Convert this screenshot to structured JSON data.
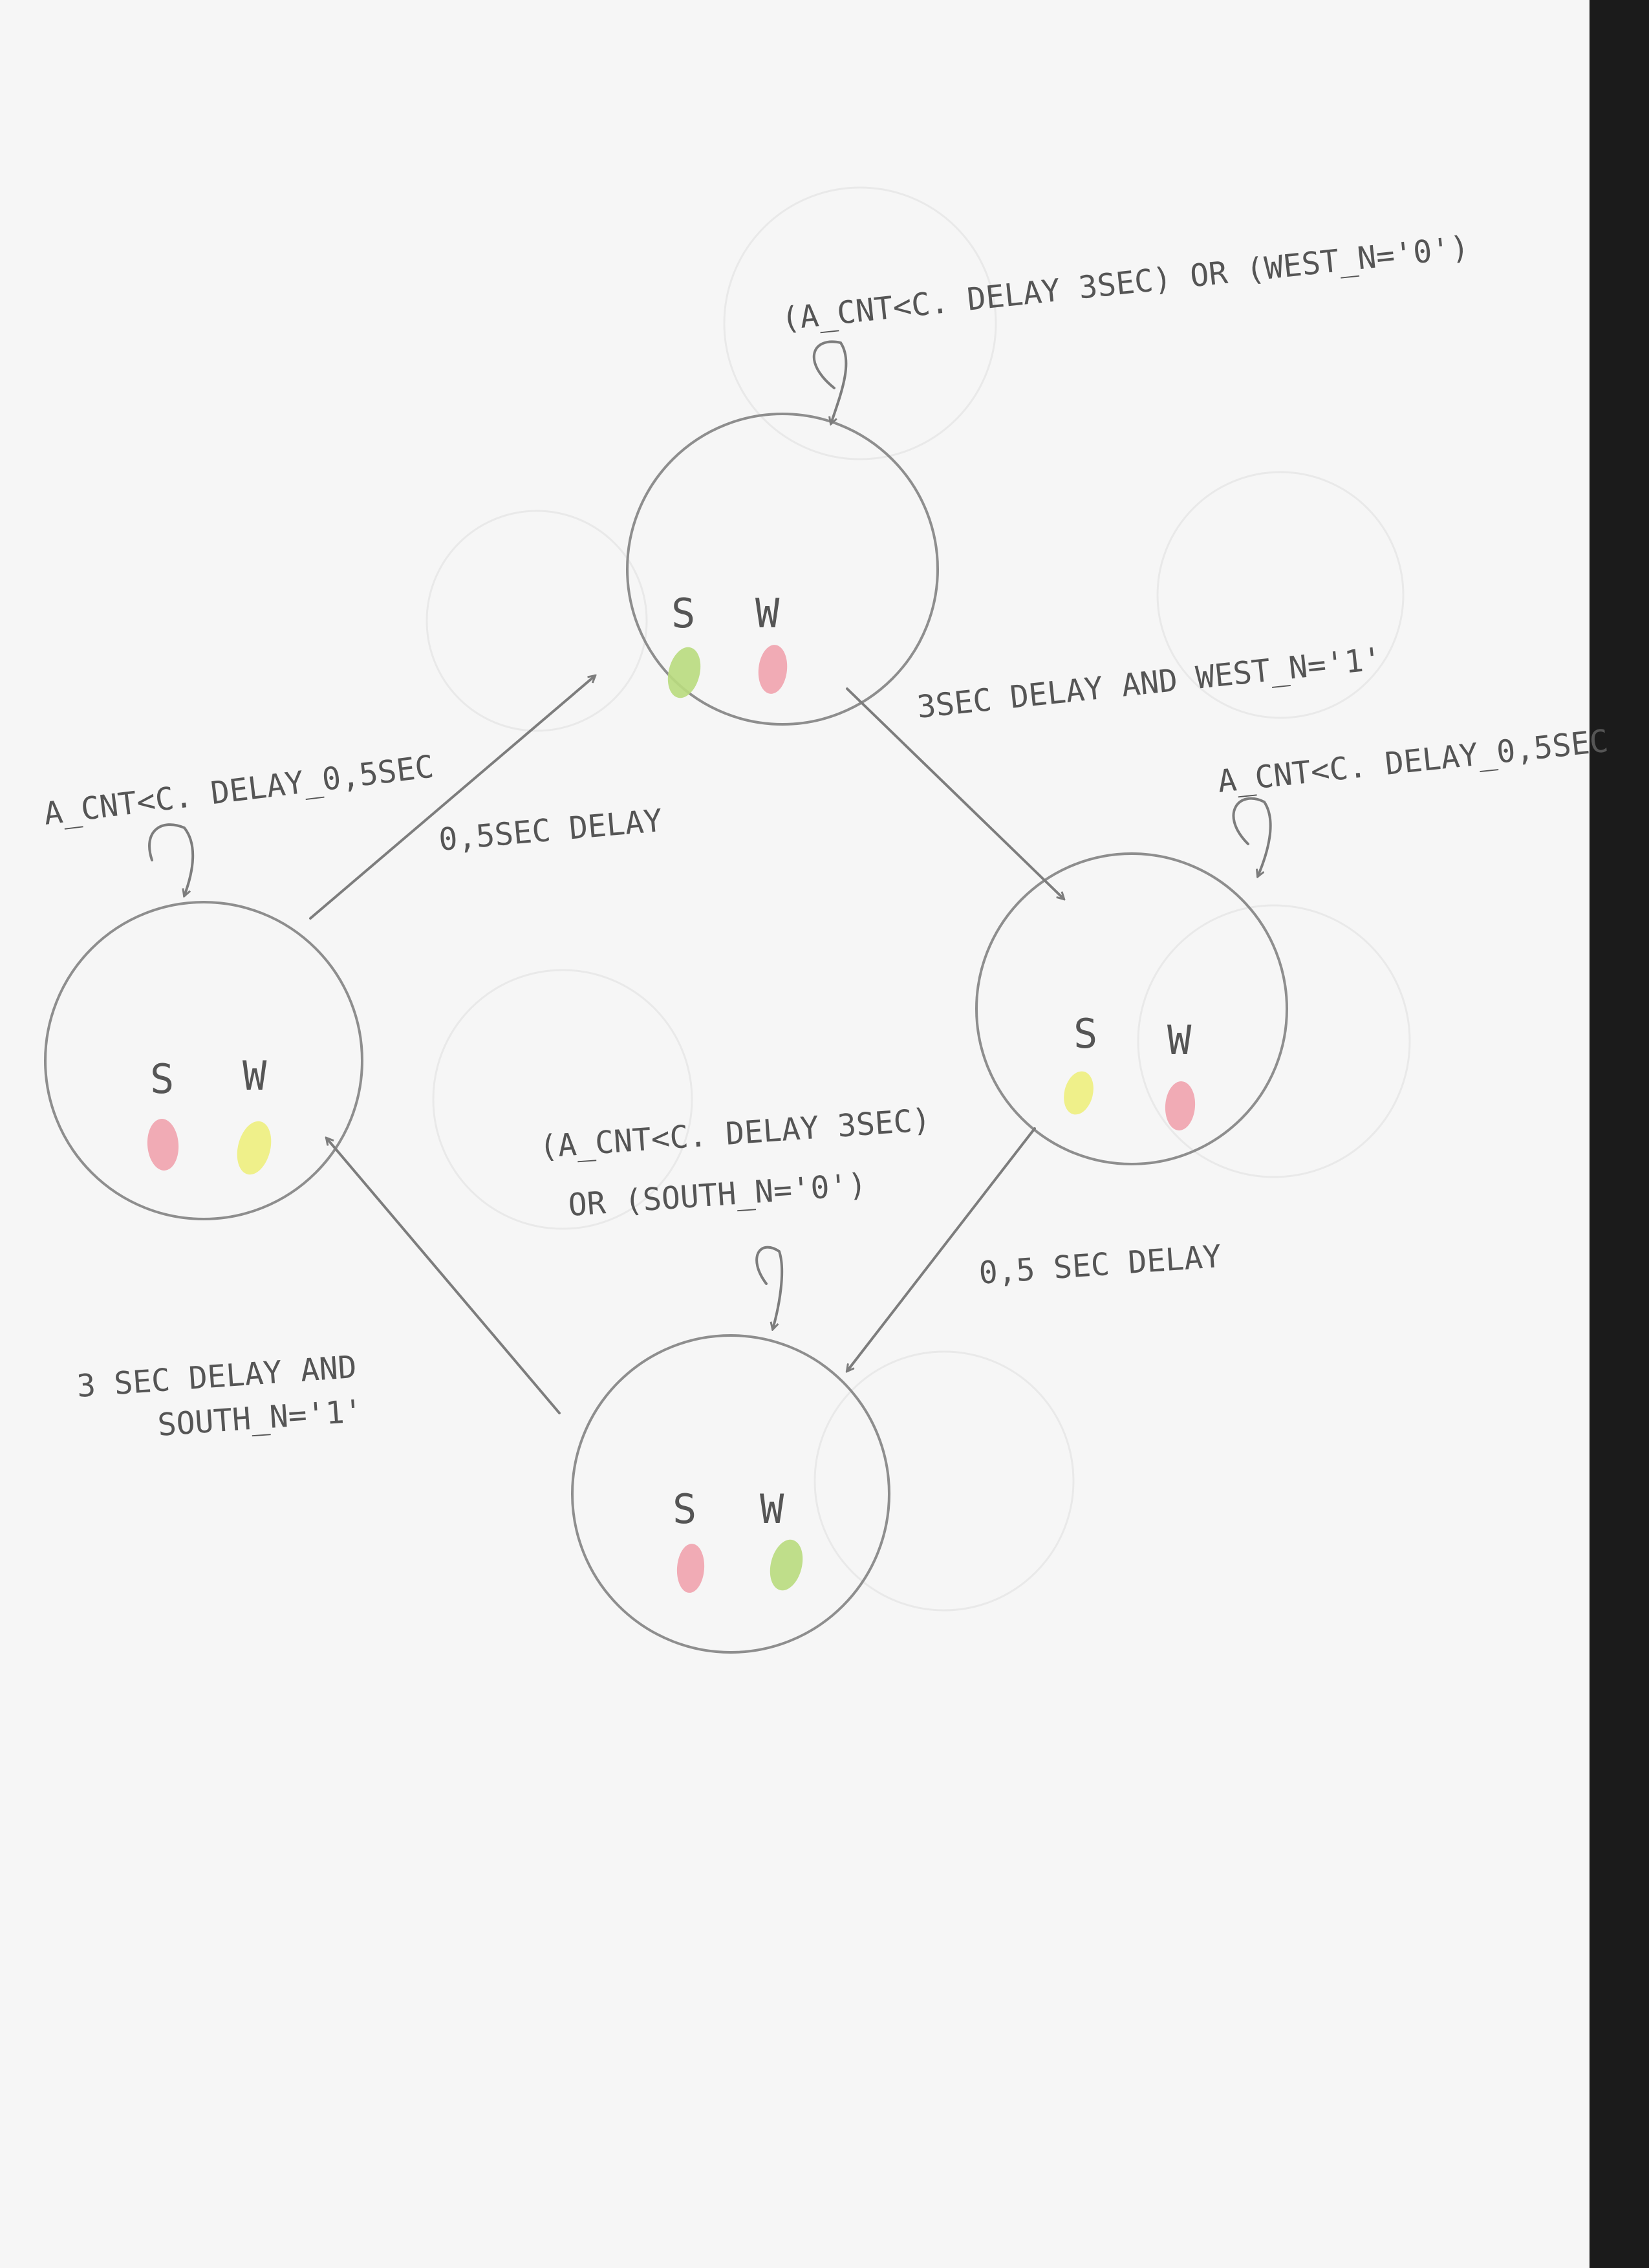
{
  "diagram": {
    "type": "state-machine",
    "states": [
      {
        "id": "top",
        "lights": [
          {
            "letter": "S",
            "color_name": "green",
            "color": "#b9dc7e"
          },
          {
            "letter": "W",
            "color_name": "red",
            "color": "#f1a3ae"
          }
        ],
        "self_loop_label": "(A_CNT<C. DELAY 3SEC) OR (WEST_N='0')"
      },
      {
        "id": "right",
        "lights": [
          {
            "letter": "S",
            "color_name": "yellow",
            "color": "#eef07e"
          },
          {
            "letter": "W",
            "color_name": "red",
            "color": "#f1a3ae"
          }
        ],
        "self_loop_label": "A_CNT<C. DELAY_0,5SEC"
      },
      {
        "id": "bottom",
        "lights": [
          {
            "letter": "S",
            "color_name": "red",
            "color": "#f1a3ae"
          },
          {
            "letter": "W",
            "color_name": "green",
            "color": "#b9dc7e"
          }
        ],
        "self_loop_label_lines": [
          "(A_CNT<C. DELAY 3SEC)",
          "OR (SOUTH_N='0')"
        ]
      },
      {
        "id": "left",
        "lights": [
          {
            "letter": "S",
            "color_name": "red",
            "color": "#f1a3ae"
          },
          {
            "letter": "W",
            "color_name": "yellow",
            "color": "#eef07e"
          }
        ],
        "self_loop_label": "A_CNT<C. DELAY_0,5SEC"
      }
    ],
    "transitions": [
      {
        "from": "top",
        "to": "right",
        "label": "3SEC DELAY AND WEST_N='1'"
      },
      {
        "from": "right",
        "to": "bottom",
        "label": "0,5 SEC DELAY"
      },
      {
        "from": "bottom",
        "to": "left",
        "label_lines": [
          "3 SEC DELAY AND",
          "SOUTH_N='1'"
        ]
      },
      {
        "from": "left",
        "to": "top",
        "label": "0,5SEC DELAY"
      }
    ]
  }
}
